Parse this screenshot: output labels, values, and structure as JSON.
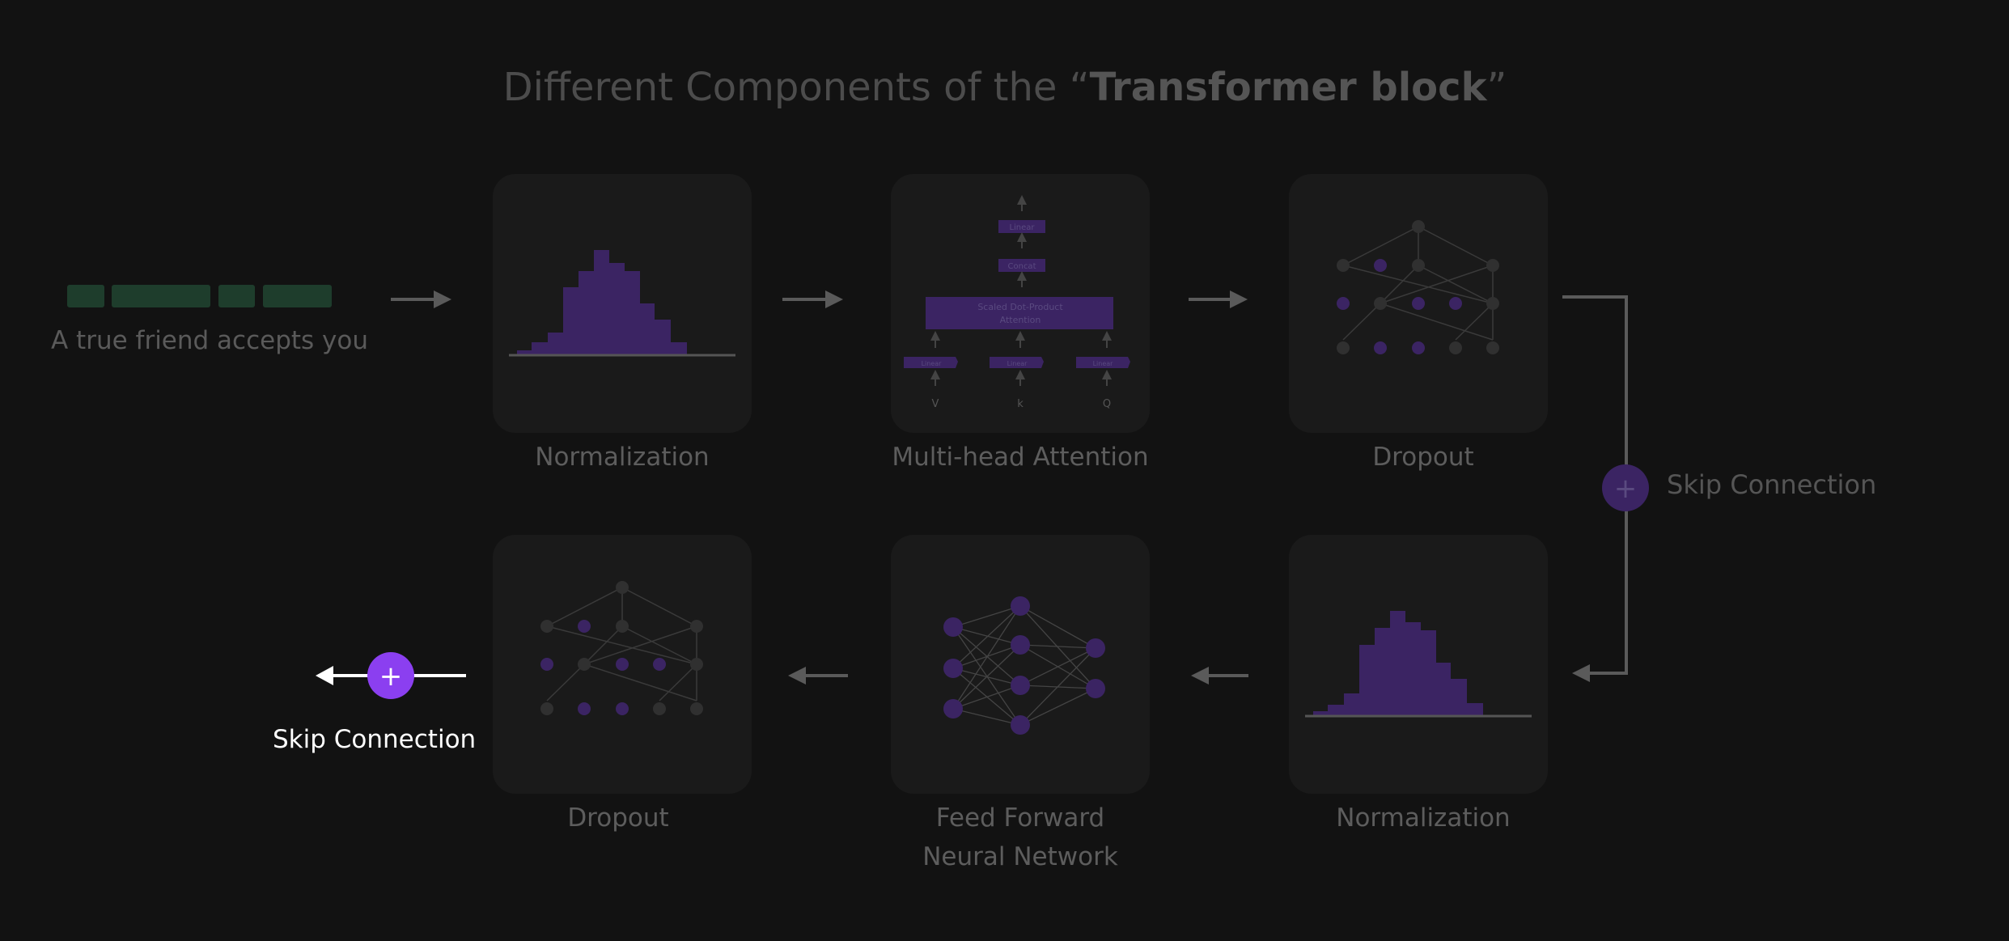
{
  "title": {
    "prefix": "Different Components of the “",
    "bold": "Transformer block",
    "suffix": "”"
  },
  "input": {
    "sentence": "A true friend accepts you"
  },
  "components": {
    "norm1": "Normalization",
    "mha": "Multi-head Attention",
    "dropout1": "Dropout",
    "norm2": "Normalization",
    "ffn_line1": "Feed Forward",
    "ffn_line2": "Neural Network",
    "dropout2": "Dropout"
  },
  "attention": {
    "linear_top": "Linear",
    "concat": "Concat",
    "sdpa_line1": "Scaled Dot-Product",
    "sdpa_line2": "Attention",
    "linear_in": "Linear",
    "v": "V",
    "k": "k",
    "q": "Q"
  },
  "skip": {
    "top_label": "Skip Connection",
    "bottom_label": "Skip Connection",
    "plus": "+"
  },
  "colors": {
    "background": "#121212",
    "card": "#1a1a1a",
    "purple": "#3b2463",
    "purple_bright": "#8b3ff0",
    "token_green": "#1e3d2c",
    "arrow_gray": "#5a5a5a"
  }
}
